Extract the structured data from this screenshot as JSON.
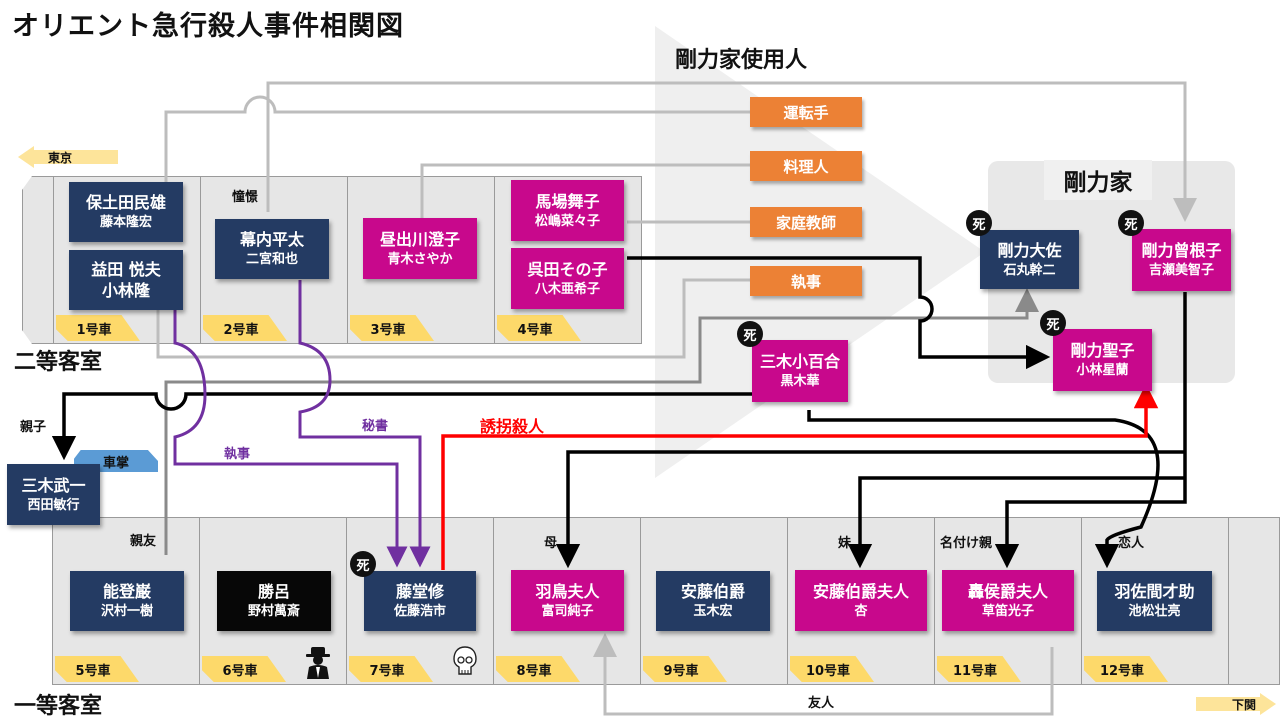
{
  "title": "オリエント急行殺人事件相関図",
  "sections": {
    "second_class": "二等客室",
    "first_class": "一等客室",
    "servants": "剛力家使用人",
    "family": "剛力家"
  },
  "directions": {
    "left": "東京",
    "right": "下関"
  },
  "second_class_cars": [
    {
      "label": "1号車"
    },
    {
      "label": "2号車"
    },
    {
      "label": "3号車"
    },
    {
      "label": "4号車"
    }
  ],
  "first_class_cars": [
    {
      "label": "5号車"
    },
    {
      "label": "6号車"
    },
    {
      "label": "7号車"
    },
    {
      "label": "8号車"
    },
    {
      "label": "9号車"
    },
    {
      "label": "10号車"
    },
    {
      "label": "11号車"
    },
    {
      "label": "12号車"
    }
  ],
  "people": {
    "hodota": {
      "role": "保土田民雄",
      "actor": "藤本隆宏"
    },
    "masuda": {
      "role": "益田 悦夫",
      "actor": "小林隆"
    },
    "makuuchi": {
      "role": "幕内平太",
      "actor": "二宮和也"
    },
    "hiruidegawa": {
      "role": "昼出川澄子",
      "actor": "青木さやか"
    },
    "baba": {
      "role": "馬場舞子",
      "actor": "松嶋菜々子"
    },
    "kureda": {
      "role": "呉田その子",
      "actor": "八木亜希子"
    },
    "goriki_daisuke": {
      "role": "剛力大佐",
      "actor": "石丸幹二"
    },
    "goriki_sone": {
      "role": "剛力曾根子",
      "actor": "吉瀬美智子"
    },
    "goriki_seiko": {
      "role": "剛力聖子",
      "actor": "小林星蘭"
    },
    "miki_sayuri": {
      "role": "三木小百合",
      "actor": "黒木華"
    },
    "miki_buichi": {
      "role": "三木武一",
      "actor": "西田敏行"
    },
    "noto": {
      "role": "能登巌",
      "actor": "沢村一樹"
    },
    "suguro": {
      "role": "勝呂",
      "actor": "野村萬斎"
    },
    "todo": {
      "role": "藤堂修",
      "actor": "佐藤浩市"
    },
    "hatori": {
      "role": "羽鳥夫人",
      "actor": "富司純子"
    },
    "ando": {
      "role": "安藤伯爵",
      "actor": "玉木宏"
    },
    "ando_wife": {
      "role": "安藤伯爵夫人",
      "actor": "杏"
    },
    "todoroki": {
      "role": "轟侯爵夫人",
      "actor": "草笛光子"
    },
    "hasama": {
      "role": "羽佐間才助",
      "actor": "池松壮亮"
    }
  },
  "servant_roles": [
    "運転手",
    "料理人",
    "家庭教師",
    "執事"
  ],
  "badges": {
    "dead": "死",
    "conductor": "車掌"
  },
  "relations": {
    "admire": "憧憬",
    "parent_child": "親子",
    "best_friend": "親友",
    "butler": "執事",
    "secretary": "秘書",
    "kidnap_murder": "誘拐殺人",
    "mother": "母",
    "sister": "妹",
    "godparent": "名付け親",
    "lover": "恋人",
    "friend": "友人"
  },
  "icons": {
    "detective": "detective-icon",
    "skull": "skull-icon"
  },
  "colors": {
    "navy": "#243b63",
    "magenta": "#c8088c",
    "orange": "#ec8135",
    "purple": "#7030a0",
    "red": "#ff0000",
    "car_tag": "#fdd96a",
    "conductor_tag": "#5b9bd5"
  }
}
